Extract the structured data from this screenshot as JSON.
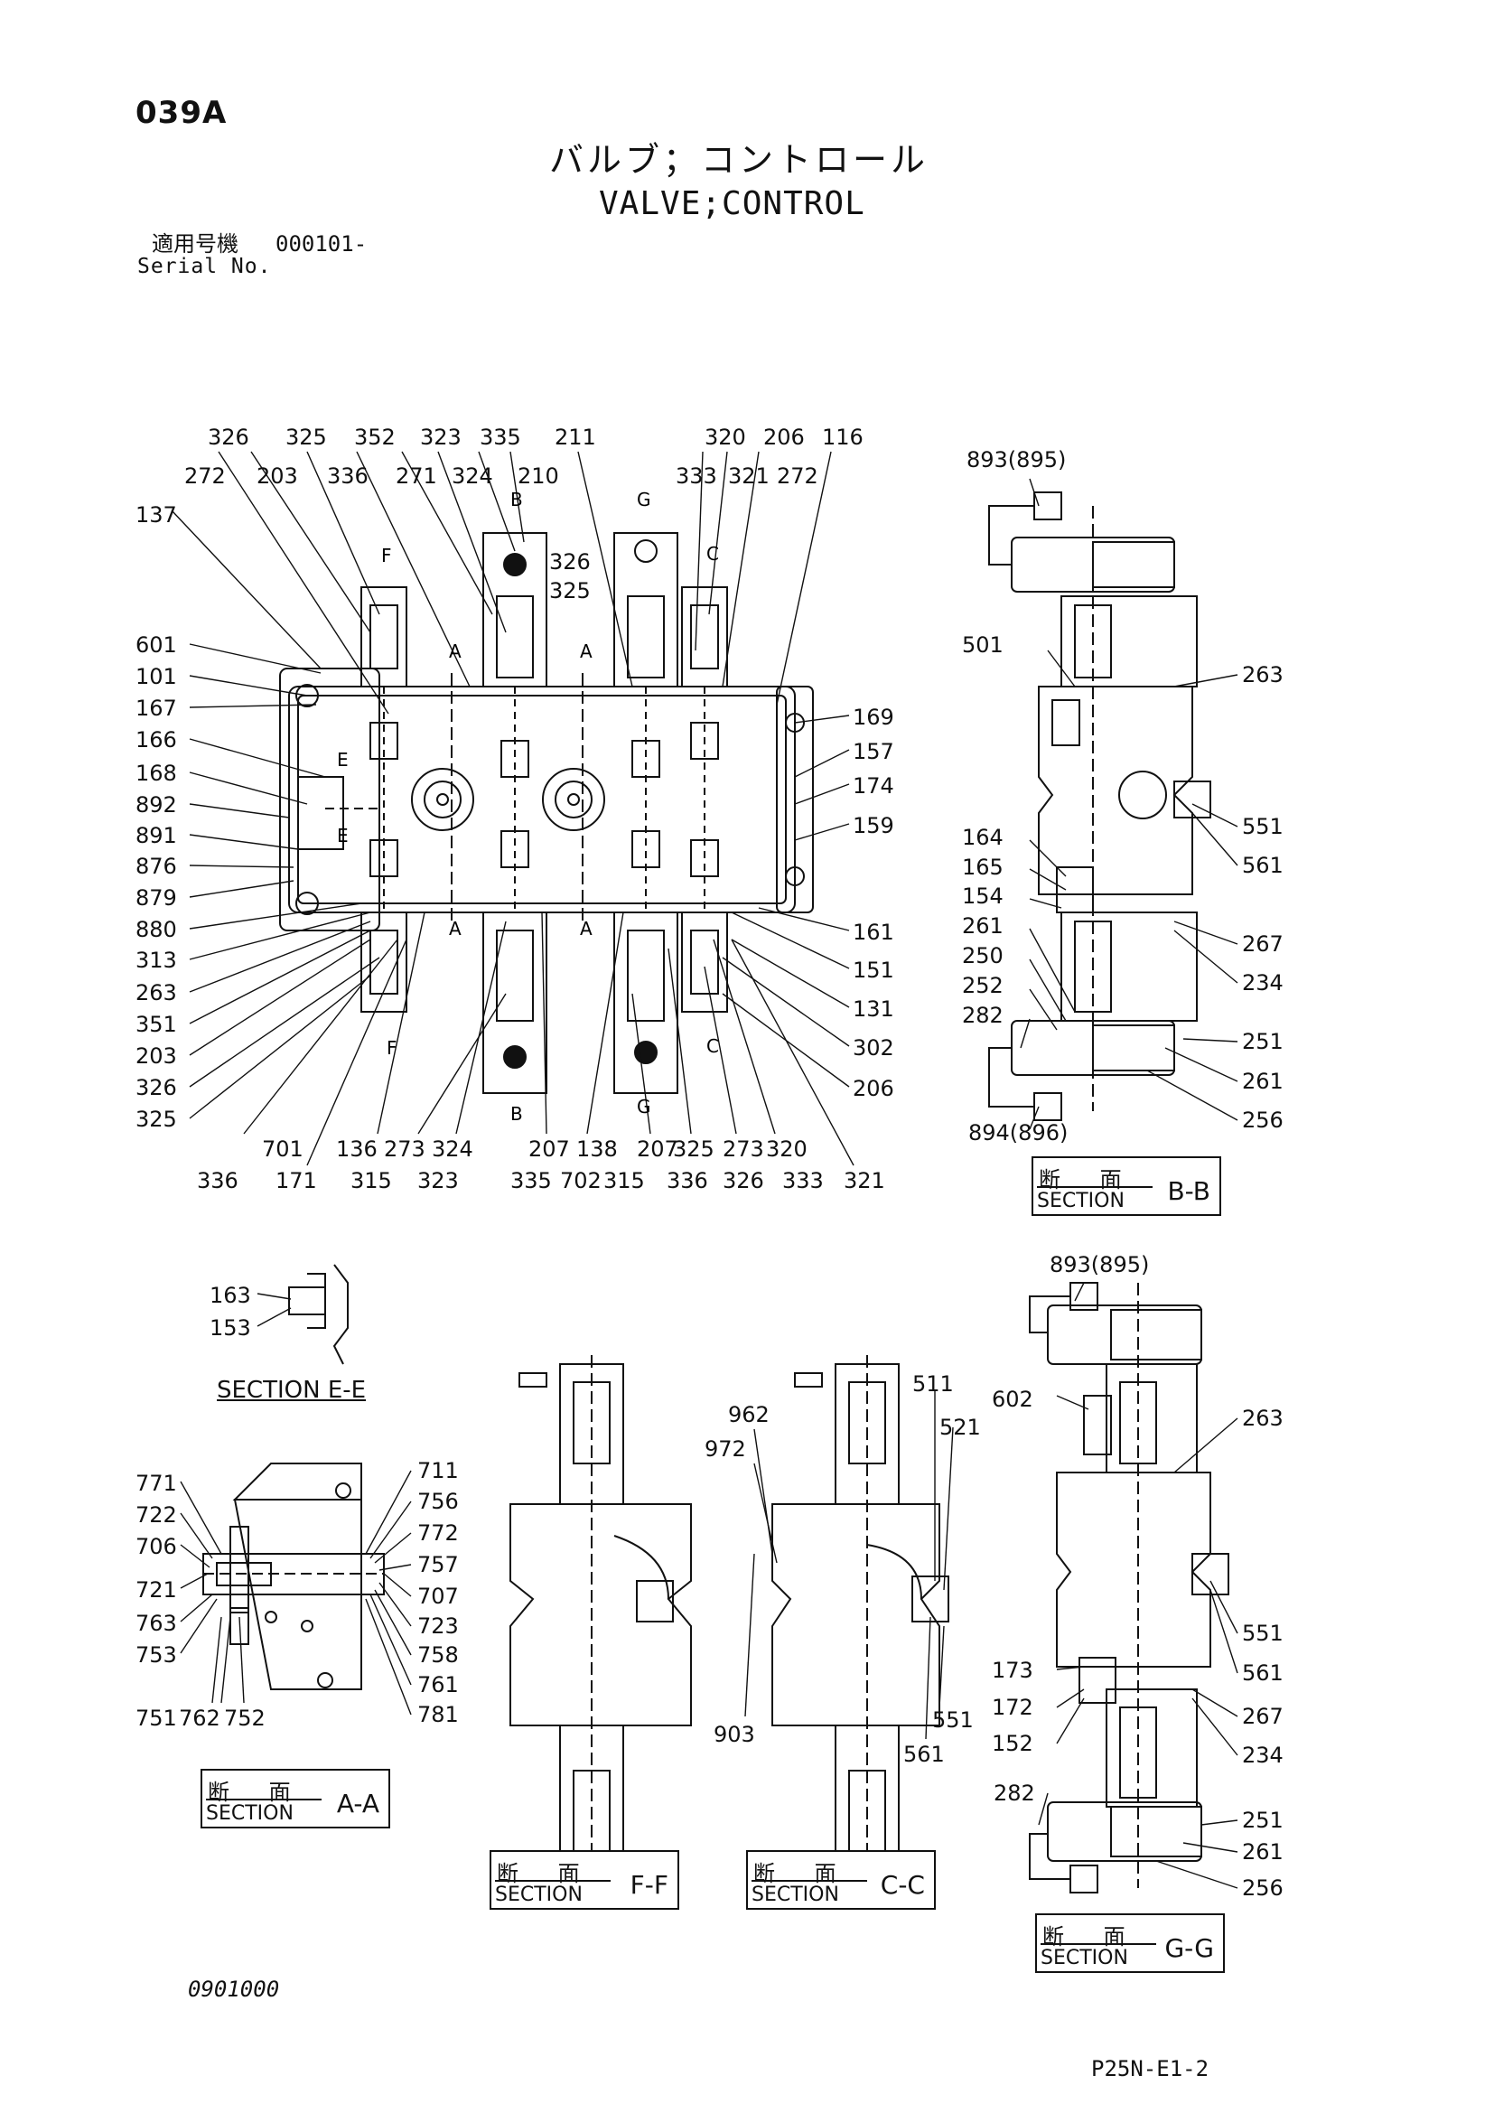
{
  "header": {
    "page_id": "039A",
    "title_jp": "バルブ；コントロール",
    "title_en": "VALVE;CONTROL",
    "serial_label_jp": "適用号機",
    "serial_value": "000101-",
    "serial_label_en": "Serial No."
  },
  "footer": {
    "drawing_code": "0901000",
    "sheet_code": "P25N-E1-2"
  },
  "sections": {
    "bb": {
      "jp": "断 面",
      "en": "SECTION",
      "id": "B-B"
    },
    "aa": {
      "jp": "断 面",
      "en": "SECTION",
      "id": "A-A"
    },
    "ff": {
      "jp": "断 面",
      "en": "SECTION",
      "id": "F-F"
    },
    "cc": {
      "jp": "断 面",
      "en": "SECTION",
      "id": "C-C"
    },
    "gg": {
      "jp": "断 面",
      "en": "SECTION",
      "id": "G-G"
    },
    "ee": "SECTION E-E"
  },
  "cut_marks": [
    "F",
    "F",
    "B",
    "B",
    "G",
    "G",
    "C",
    "C",
    "A",
    "A",
    "A",
    "A",
    "E",
    "E"
  ],
  "part_labels": {
    "main_top_row1": [
      "326",
      "325",
      "352",
      "323",
      "335",
      "211",
      "320",
      "206",
      "116"
    ],
    "main_top_row2": [
      "272",
      "203",
      "336",
      "271",
      "324",
      "210",
      "333",
      "321",
      "272"
    ],
    "main_left": [
      "137",
      "601",
      "101",
      "167",
      "166",
      "168",
      "892",
      "891",
      "876",
      "879",
      "880",
      "313",
      "263",
      "351",
      "203",
      "326",
      "325"
    ],
    "main_mid": [
      "326",
      "325"
    ],
    "main_right": [
      "169",
      "157",
      "174",
      "159",
      "161",
      "151",
      "131",
      "302",
      "206"
    ],
    "main_bottom_row1": [
      "701",
      "136",
      "273",
      "324",
      "207",
      "138",
      "207",
      "325",
      "273",
      "320"
    ],
    "main_bottom_row2": [
      "336",
      "171",
      "315",
      "323",
      "335",
      "702",
      "315",
      "336",
      "326",
      "333",
      "321"
    ],
    "bb_labels": [
      "893(895)",
      "501",
      "263",
      "551",
      "561",
      "164",
      "165",
      "154",
      "261",
      "250",
      "252",
      "282",
      "267",
      "234",
      "251",
      "261",
      "256",
      "894(896)"
    ],
    "ee_labels": [
      "163",
      "153"
    ],
    "aa_left": [
      "771",
      "722",
      "706",
      "721",
      "763",
      "753"
    ],
    "aa_right": [
      "711",
      "756",
      "772",
      "757",
      "707",
      "723",
      "758",
      "761",
      "781"
    ],
    "aa_bottom": [
      "751",
      "762",
      "752"
    ],
    "cc_labels": [
      "962",
      "972",
      "511",
      "521",
      "903",
      "551",
      "561"
    ],
    "gg_labels": [
      "893(895)",
      "602",
      "263",
      "551",
      "561",
      "173",
      "172",
      "152",
      "267",
      "234",
      "282",
      "251",
      "261",
      "256"
    ]
  }
}
